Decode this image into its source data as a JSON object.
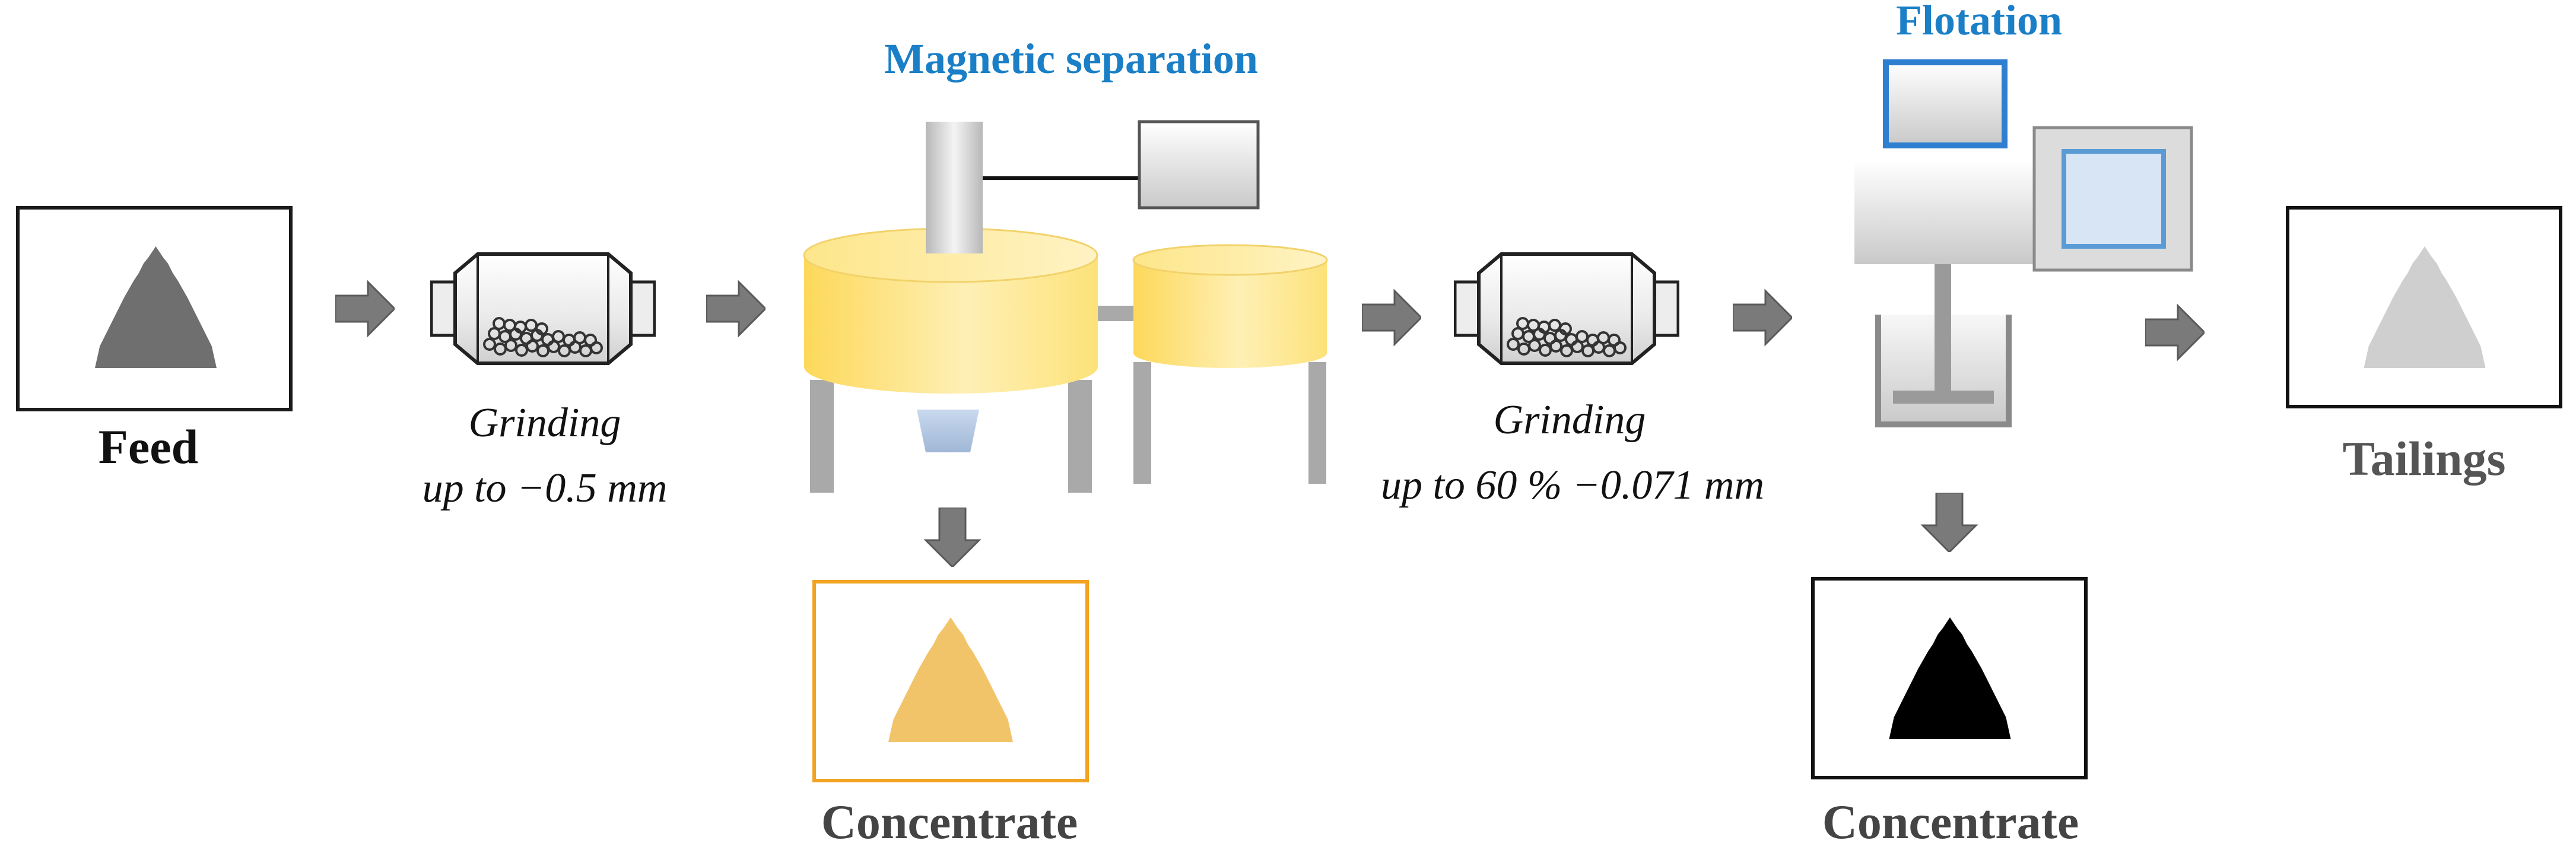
{
  "colors": {
    "title_blue": "#1a7fc6",
    "arrow_grey": "#7a7a7a",
    "feed_pile": "#6f6f6f",
    "magnetic_concentrate_pile": "#f2c46a",
    "magnetic_concentrate_border": "#f1a321",
    "flotation_concentrate_pile": "#000000",
    "tailings_pile": "#cfcfcf",
    "separator_yellow": "#fde27a",
    "flotation_accent_blue": "#2f7fd1"
  },
  "titles": {
    "magnetic_separation": "Magnetic separation",
    "flotation": "Flotation"
  },
  "labels": {
    "feed": "Feed",
    "grinding_1_line1": "Grinding",
    "grinding_1_line2": "up to −0.5 mm",
    "grinding_2_line1": "Grinding",
    "grinding_2_line2": "up to 60 % −0.071 mm",
    "magnetic_concentrate": "Concentrate",
    "flotation_concentrate": "Concentrate",
    "tailings": "Tailings"
  },
  "icons": {
    "arrow": "block-arrow-icon",
    "mill": "ball-mill-icon",
    "pile": "material-pile-icon",
    "magnetic_separator": "magnetic-separator-icon",
    "flotation_cell": "flotation-machine-icon"
  }
}
